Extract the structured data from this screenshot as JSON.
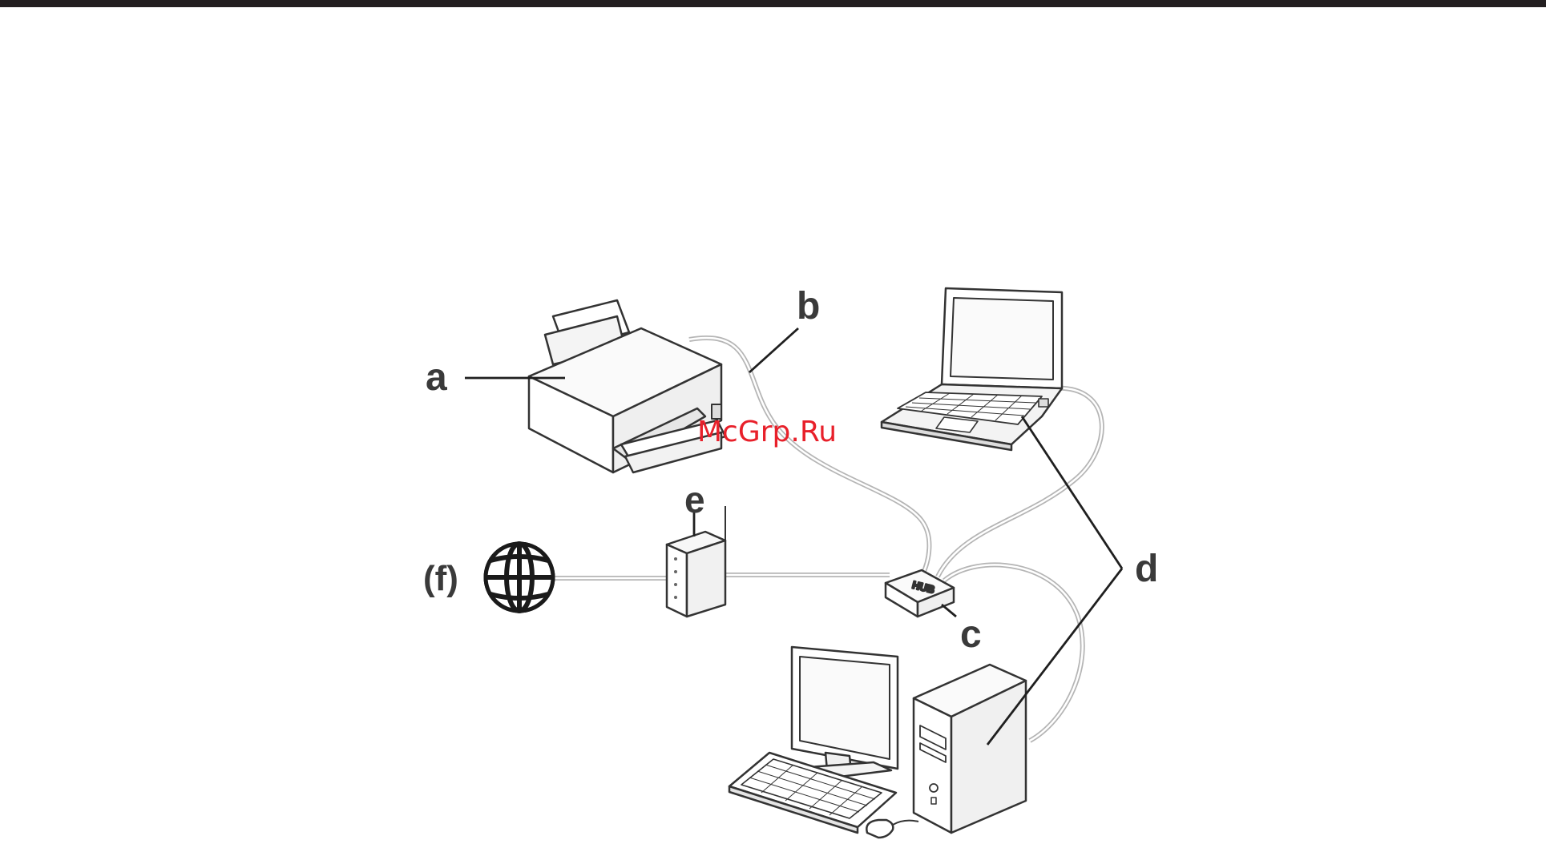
{
  "labels": {
    "a": "a",
    "b": "b",
    "c": "c",
    "d": "d",
    "e": "e",
    "f": "(f)"
  },
  "hub_label": "HUB",
  "watermark": "McGrp.Ru",
  "colors": {
    "top_bar": "#231f20",
    "outline": "#333333",
    "cable": "#b0b0b0",
    "label_text": "#3a3a3a",
    "watermark": "#e8202a"
  },
  "icons": [
    "printer-icon",
    "laptop-icon",
    "router-icon",
    "hub-icon",
    "globe-icon",
    "desktop-computer-icon",
    "monitor-icon",
    "keyboard-icon",
    "mouse-icon"
  ]
}
